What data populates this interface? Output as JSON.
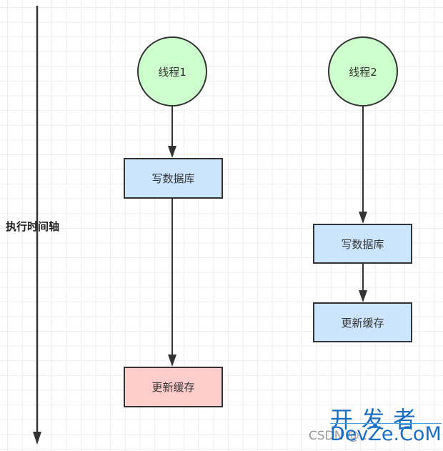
{
  "diagram": {
    "axis_label": "执行时间轴",
    "threads": [
      {
        "name": "线程1",
        "steps": [
          {
            "label": "写数据库",
            "status": "normal"
          },
          {
            "label": "更新缓存",
            "status": "highlight"
          }
        ]
      },
      {
        "name": "线程2",
        "steps": [
          {
            "label": "写数据库",
            "status": "normal"
          },
          {
            "label": "更新缓存",
            "status": "normal"
          }
        ]
      }
    ],
    "colors": {
      "thread_fill": "#ccffcc",
      "step_fill": "#cce5ff",
      "highlight_fill": "#ffcccc",
      "stroke": "#333333"
    }
  },
  "watermark": {
    "cn": "开发者",
    "en": "DevZe.CoM",
    "underlay": "CSDN @..."
  }
}
